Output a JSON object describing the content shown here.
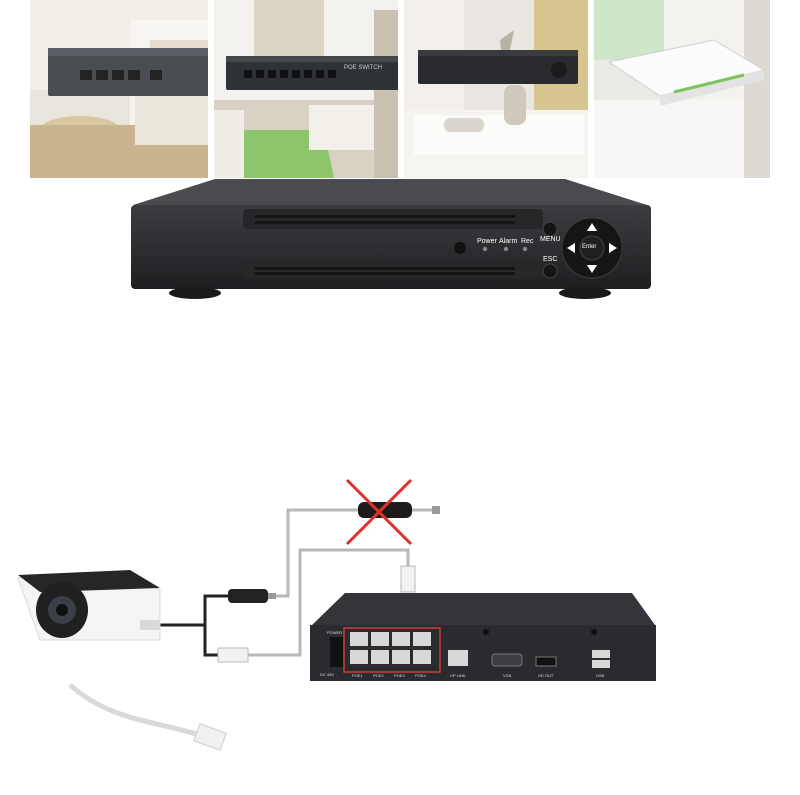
{
  "scenes": [
    {
      "name": "poe-switch-scene",
      "switch_label": ""
    },
    {
      "name": "poe-switch-living-room",
      "switch_label": "POE SWITCH"
    },
    {
      "name": "dvr-bedroom-scene"
    },
    {
      "name": "router-bedroom-scene"
    }
  ],
  "dvr_front": {
    "power": "Power",
    "alarm": "Alarm",
    "rec": "Rec",
    "menu": "MENU",
    "esc": "ESC",
    "enter": "Enter"
  },
  "nvr_back": {
    "power": "POWER",
    "dc": "DC 48V",
    "poe_ports": [
      "POE1",
      "POE2",
      "POE3",
      "POE4"
    ],
    "uplink": "UP LINK",
    "vga": "VGA",
    "hdmi": "HD OUT",
    "usb": "USB"
  },
  "colors": {
    "device": "#2b2b2b",
    "cross": "#e0302a",
    "cable": "#b8b8b8",
    "poe_highlight": "#d33a3a"
  },
  "icons": [
    "up-arrow-icon",
    "down-arrow-icon",
    "left-arrow-icon",
    "right-arrow-icon",
    "cross-mark-icon"
  ]
}
